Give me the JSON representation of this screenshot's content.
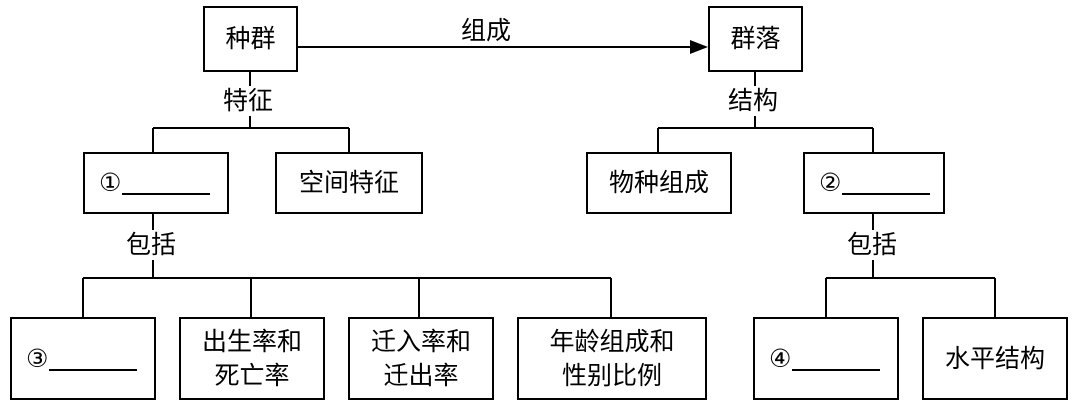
{
  "nodes": {
    "population": "种群",
    "community": "群落",
    "blank1": "①",
    "spatial": "空间特征",
    "species": "物种组成",
    "blank2": "②",
    "blank3": "③",
    "birth_death": "出生率和\n死亡率",
    "migration": "迁入率和\n迁出率",
    "age_sex": "年龄组成和\n性别比例",
    "blank4": "④",
    "horizontal": "水平结构"
  },
  "edges": {
    "compose": "组成",
    "feature": "特征",
    "structure": "结构",
    "include_left": "包括",
    "include_right": "包括"
  }
}
